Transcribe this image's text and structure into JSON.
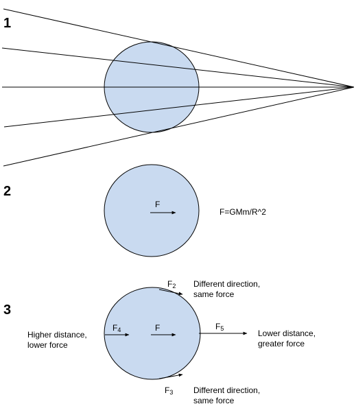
{
  "colors": {
    "fill": "#c9daf0",
    "stroke": "#000000",
    "background": "#ffffff"
  },
  "panel1": {
    "number": "1"
  },
  "panel2": {
    "number": "2",
    "force_label": "F",
    "formula": "F=GMm/R^2"
  },
  "panel3": {
    "number": "3",
    "F": "F",
    "F2_base": "F",
    "F2_sub": "2",
    "F3_base": "F",
    "F3_sub": "3",
    "F4_base": "F",
    "F4_sub": "4",
    "F5_base": "F",
    "F5_sub": "5",
    "top_note": [
      "Different direction,",
      "same force"
    ],
    "bottom_note": [
      "Different direction,",
      "same force"
    ],
    "left_note": [
      "Higher distance,",
      "lower force"
    ],
    "right_note": [
      "Lower distance,",
      "greater force"
    ]
  }
}
